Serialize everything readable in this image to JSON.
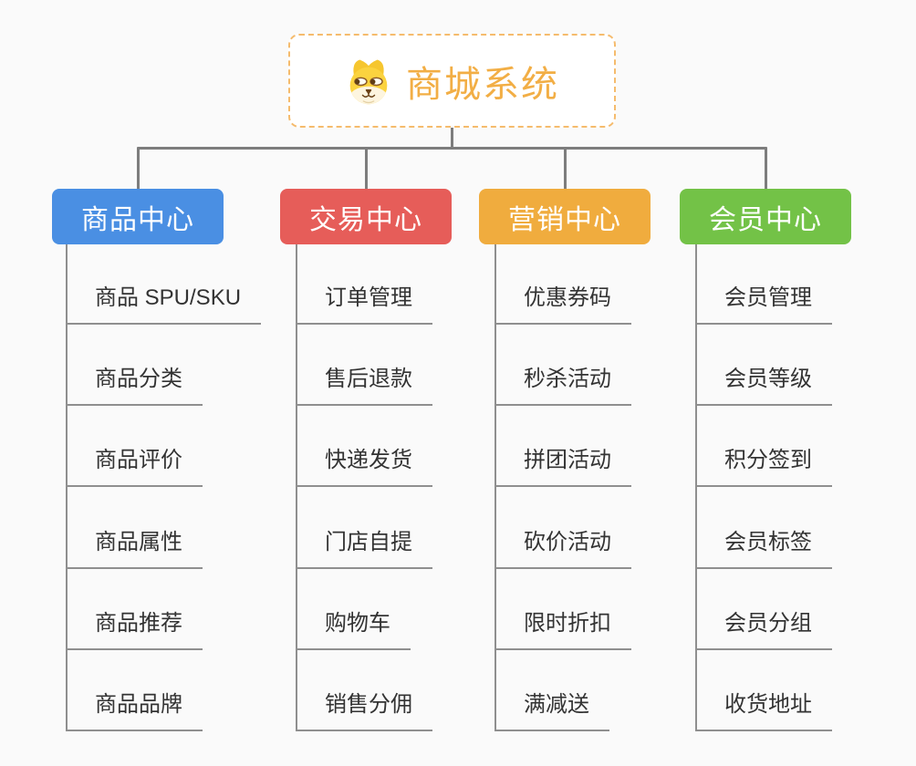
{
  "theme": {
    "canvas-bg": "#fafafa",
    "connector-thick": "#7d7d7d",
    "connector-thin": "#8f8f8f",
    "leaf-text": "#333333",
    "root-text": "#f2ae45",
    "root-border": "#f5bb6d"
  },
  "root": {
    "label": "商城系统",
    "icon": "doge-icon"
  },
  "branches": [
    {
      "label": "商品中心",
      "color": "#4a8fe3",
      "children": [
        "商品 SPU/SKU",
        "商品分类",
        "商品评价",
        "商品属性",
        "商品推荐",
        "商品品牌"
      ]
    },
    {
      "label": "交易中心",
      "color": "#e65d59",
      "children": [
        "订单管理",
        "售后退款",
        "快递发货",
        "门店自提",
        "购物车",
        "销售分佣"
      ]
    },
    {
      "label": "营销中心",
      "color": "#f0ac3e",
      "children": [
        "优惠券码",
        "秒杀活动",
        "拼团活动",
        "砍价活动",
        "限时折扣",
        "满减送"
      ]
    },
    {
      "label": "会员中心",
      "color": "#73c247",
      "children": [
        "会员管理",
        "会员等级",
        "积分签到",
        "会员标签",
        "会员分组",
        "收货地址"
      ]
    }
  ]
}
